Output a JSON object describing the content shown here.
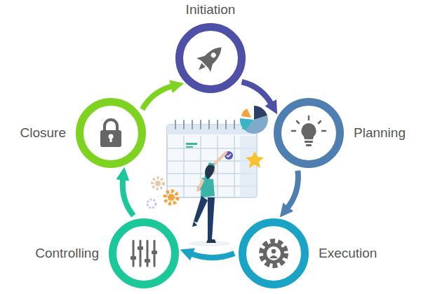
{
  "diagram": {
    "nodes": [
      {
        "text": [
          "Initiation"
        ]
      },
      {
        "text": [
          "Planning"
        ]
      },
      {
        "text": [
          "Execution"
        ]
      },
      {
        "text": [
          "Controlling"
        ]
      },
      {
        "text": [
          "Closure"
        ]
      }
    ],
    "edges": [
      {
        "from": 0,
        "to": 1,
        "arrow": "to"
      },
      {
        "from": 1,
        "to": 2,
        "arrow": "to"
      },
      {
        "from": 2,
        "to": 3,
        "arrow": "to"
      },
      {
        "from": 3,
        "to": 4,
        "arrow": "to"
      },
      {
        "from": 4,
        "to": 0,
        "arrow": "to"
      }
    ]
  }
}
